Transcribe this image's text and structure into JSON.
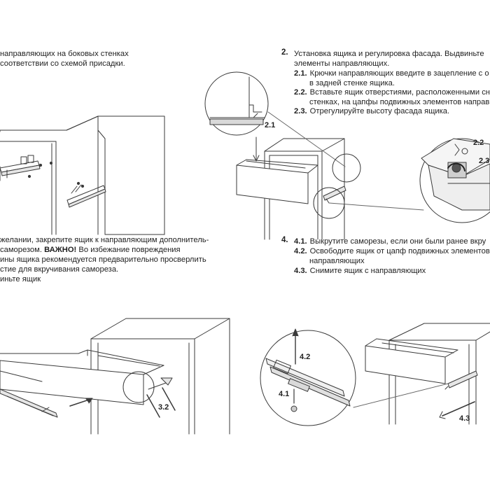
{
  "block1": {
    "line1": "направляющих на боковых стенках",
    "line2": "соответствии со схемой присадки."
  },
  "block2": {
    "number": "2.",
    "title1": "Установка ящика и регулировка фасада. Выдвиньте",
    "title2": "элементы направляющих.",
    "s1_num": "2.1.",
    "s1_l1": "Крючки направляющих введите в зацепление с о",
    "s1_l2": "в задней стенке ящика.",
    "s2_num": "2.2.",
    "s2_l1": "Вставьте ящик отверстиями, расположенными сниз",
    "s2_l2": "стенках, на цапфы подвижных элементов направ",
    "s3_num": "2.3.",
    "s3_l1": "Отрегулируйте высоту фасада ящика."
  },
  "block3": {
    "line1": "желании, закрепите ящик к направляющим дополнитель-",
    "line2_pre": "саморезом. ",
    "line2_bold": "ВАЖНО!",
    "line2_post": " Во избежание повреждения",
    "line3": "ины ящика рекомендуется предварительно просверлить",
    "line4": "стие для вкручивания самореза.",
    "line5": "иньте ящик"
  },
  "block4": {
    "number": "4.",
    "s1_num": "4.1.",
    "s1_l1": "Выкрутите саморезы, если они были ранее вкру",
    "s2_num": "4.2.",
    "s2_l1": "Освободите ящик от цапф подвижных элементов",
    "s2_l2": "направляющих",
    "s3_num": "4.3.",
    "s3_l1": "Снимите ящик с направляющих"
  },
  "callouts": {
    "c21": "2.1",
    "c22": "2.2",
    "c23": "2.3",
    "c32": "3.2",
    "c42": "4.2",
    "c41": "4.1",
    "c43": "4.3"
  }
}
